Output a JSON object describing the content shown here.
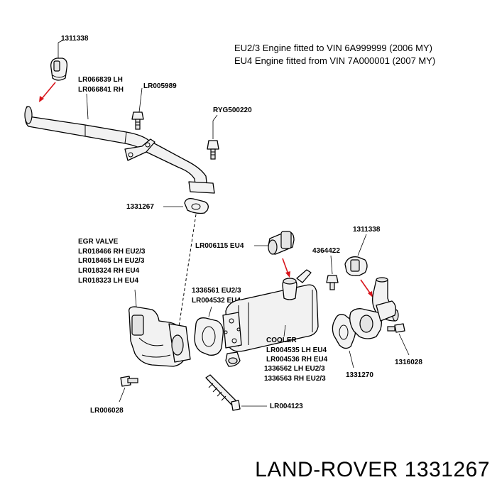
{
  "header": {
    "line1": "EU2/3 Engine fitted to VIN 6A999999 (2006 MY)",
    "line2": "EU4 Engine fitted from VIN 7A000001 (2007 MY)"
  },
  "labels": {
    "clamp_top": "1311338",
    "pipe_lh": "LR066839 LH",
    "pipe_rh": "LR066841 RH",
    "screw_top": "LR005989",
    "bolt_top": "RYG500220",
    "gasket_top": "1331267",
    "valve_title": "EGR VALVE",
    "valve_1": "LR018466 RH EU2/3",
    "valve_2": "LR018465 LH EU2/3",
    "valve_3": "LR018324 RH EU4",
    "valve_4": "LR018323 LH EU4",
    "gasket_mid_1": "1336561 EU2/3",
    "gasket_mid_2": "LR004532 EU4",
    "coupling": "LR006115 EU4",
    "bolt_right": "4364422",
    "clamp_right": "1311338",
    "cooler_title": "COOLER",
    "cooler_1": "LR004535 LH EU4",
    "cooler_2": "LR004536 RH EU4",
    "cooler_3": "1336562 LH EU2/3",
    "cooler_4": "1336563 RH EU2/3",
    "gasket_right": "1331270",
    "bolt_far_right": "1316028",
    "bolt_bottom_left": "LR006028",
    "stud_bottom": "LR004123"
  },
  "footer": {
    "brand": "LAND-ROVER 1331267"
  },
  "colors": {
    "arrow": "#d8141b",
    "ink": "#000000"
  }
}
